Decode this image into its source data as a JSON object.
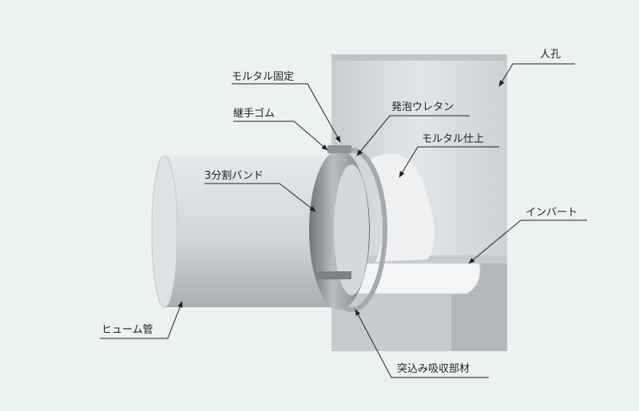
{
  "labels": {
    "manhole": "人孔",
    "mortar_fixing": "モルタル固定",
    "foam_urethane": "発泡ウレタン",
    "joint_rubber": "継手ゴム",
    "mortar_finish": "モルタル仕上",
    "three_piece_band": "3分割バンド",
    "invert": "インバート",
    "hume_pipe": "ヒューム管",
    "thrust_absorber": "突込み吸収部材"
  },
  "colors": {
    "background": "#eaf3ef",
    "leader": "#222222"
  }
}
